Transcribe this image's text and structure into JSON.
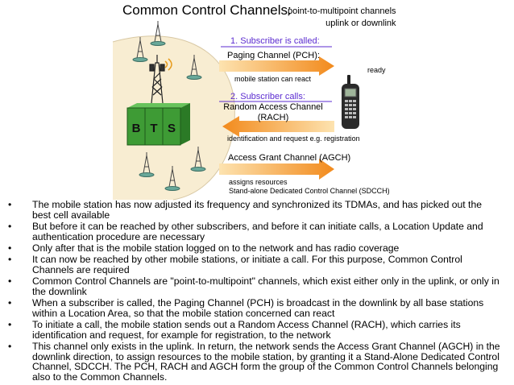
{
  "diagram": {
    "title": "Common Control Channels:",
    "subtitle_line1": "point-to-multipoint channels",
    "subtitle_line2": "uplink or downlink",
    "step1": "1. Subscriber is called:",
    "pch_label": "Paging Channel (PCH):",
    "pch_note": "mobile station can react",
    "ready": "ready",
    "step2": "2. Subscriber calls:",
    "rach_label": "Random Access Channel (RACH)",
    "rach_note": "identification and request e.g. registration",
    "agch_label": "Access Grant Channel (AGCH)",
    "agch_note1": "assigns resources",
    "agch_note2": "Stand-alone Dedicated Control Channel (SDCCH)",
    "bts_letters": [
      "B",
      "T",
      "S"
    ],
    "colors": {
      "accent_purple": "#5b2bd0",
      "arrow_orange": "#f28a1c",
      "bts_green": "#3e9b35",
      "cell_beige": "#f8edd2"
    }
  },
  "bullets": [
    "The mobile station has now adjusted its frequency and synchronized its TDMAs, and has picked out the best cell available",
    "But before it can be reached by other subscribers, and before it can initiate calls, a Location Update and authentication procedure are necessary",
    "Only after that is the mobile station logged on to the network and has radio coverage",
    "It can now be reached by other mobile stations, or initiate a call. For this purpose, Common Control Channels are required",
    "Common Control Channels are \"point-to-multipoint\" channels, which exist either only in the uplink, or only in the downlink",
    "When a subscriber is called, the Paging Channel (PCH) is broadcast in the downlink by all base stations within a Location Area, so that the mobile station concerned can react",
    "To initiate a call, the mobile station sends out a Random Access Channel (RACH), which carries its identification and request, for example for registration, to the network",
    "This channel only exists in the uplink. In return, the network sends the Access Grant Channel (AGCH) in the downlink direction, to assign resources to the mobile station, by granting it a Stand-Alone Dedicated Control Channel, SDCCH. The PCH, RACH and AGCH form the group of the Common Control Channels belonging also to the Common Channels."
  ]
}
